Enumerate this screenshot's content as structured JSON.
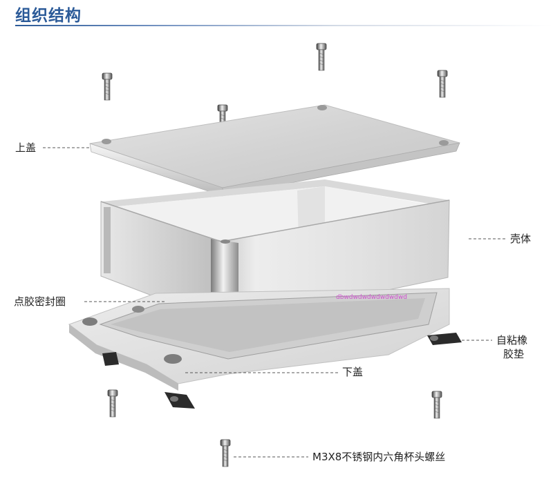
{
  "title": "组织结构",
  "labels": {
    "top_cover": "上盖",
    "shell": "壳体",
    "sealant_ring": "点胶密封圈",
    "rubber_pad_line1": "自粘橡",
    "rubber_pad_line2": "胶垫",
    "bottom_cover": "下盖",
    "screw": "M3X8不锈钢内六角杯头螺丝"
  },
  "watermark": "dbwdwdwdwdwdwdwd"
}
